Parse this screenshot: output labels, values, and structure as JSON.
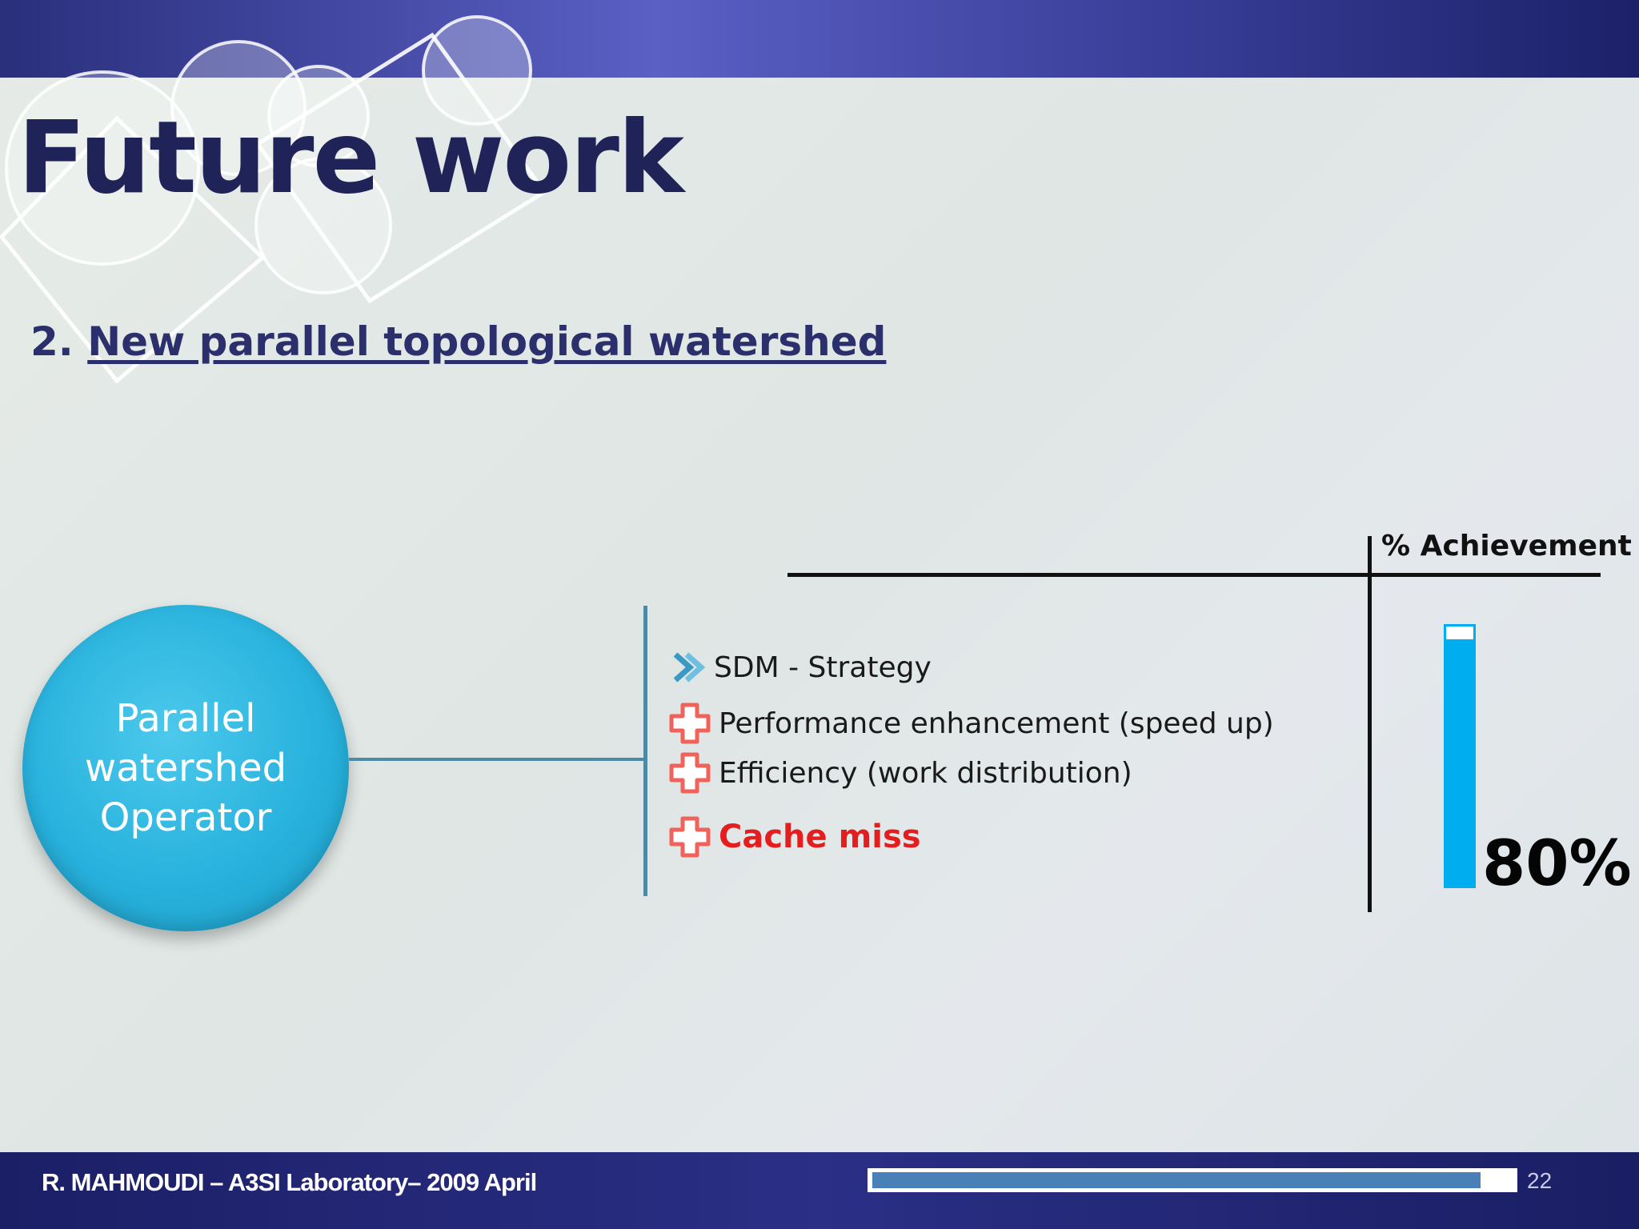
{
  "slide": {
    "title": "Future work",
    "subtitle_number": "2.",
    "subtitle_text": "New parallel topological watershed"
  },
  "operator": {
    "line1": "Parallel",
    "line2": "watershed",
    "line3": "Operator"
  },
  "items": [
    {
      "label": "SDM - Strategy",
      "icon": "chevron-right-icon"
    },
    {
      "label": "Performance enhancement (speed up)",
      "icon": "plus-icon"
    },
    {
      "label": "Efficiency (work distribution)",
      "icon": "plus-icon"
    },
    {
      "label": "Cache miss",
      "icon": "plus-icon"
    }
  ],
  "achievement": {
    "header": "% Achievement",
    "value_label": "80%",
    "fraction": 0.95
  },
  "footer": {
    "author": "R. MAHMOUDI – A3SI Laboratory– 2009 April",
    "page_number": "22",
    "progress_fraction": 0.95
  },
  "colors": {
    "title": "#1f2357",
    "circle": "#28b2dd",
    "bar": "#00aeef",
    "accent_red": "#e41e1e",
    "plus_icon": "#f0625a",
    "chevron": "#3a9ac4"
  }
}
